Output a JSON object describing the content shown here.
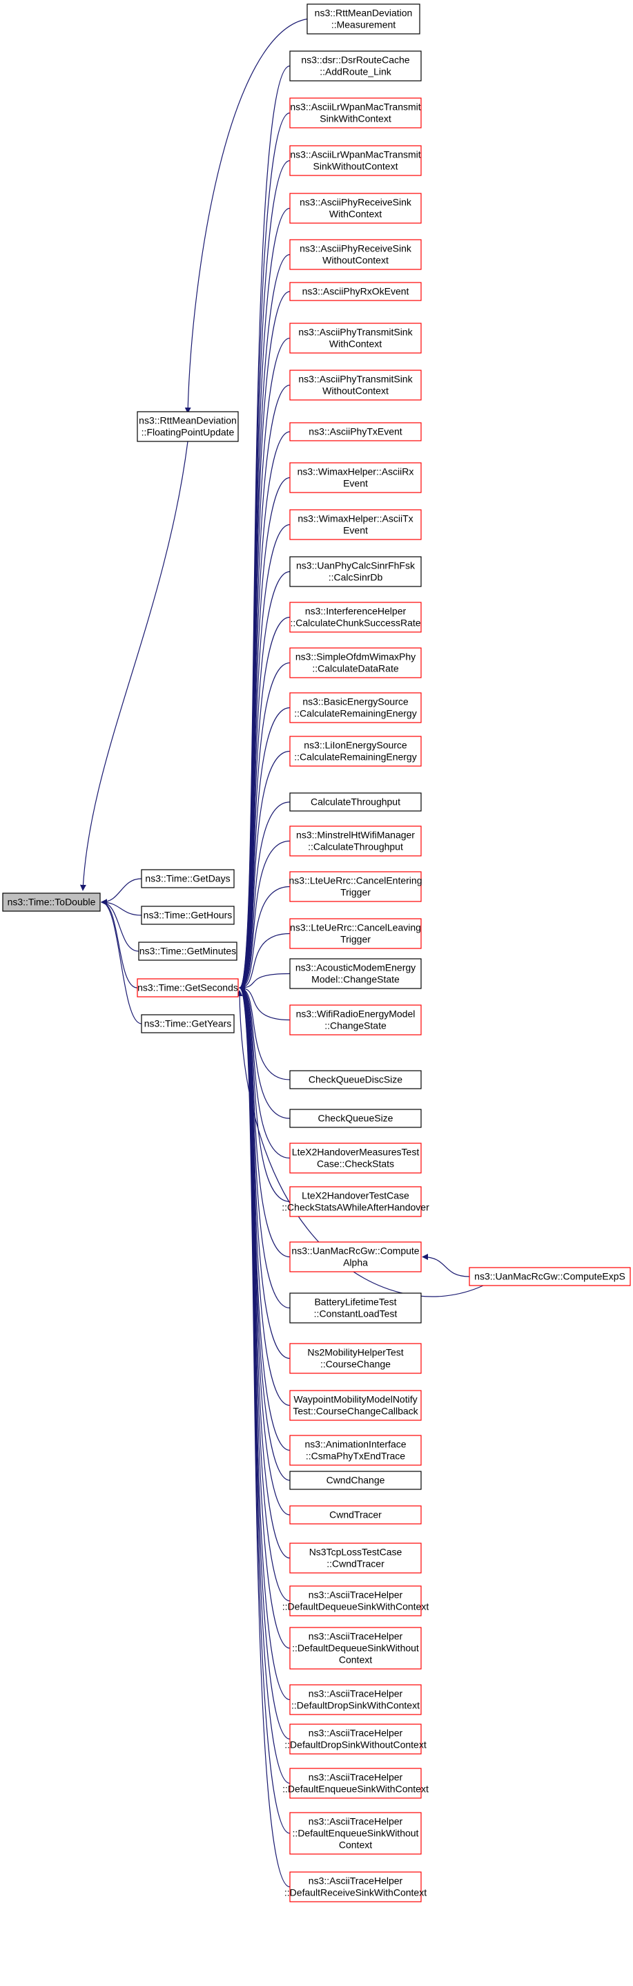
{
  "graph": {
    "root": {
      "lines": [
        "ns3::Time::ToDouble"
      ]
    },
    "level1": [
      {
        "key": "floating",
        "lines": [
          "ns3::RttMeanDeviation",
          "::FloatingPointUpdate"
        ],
        "border": "black"
      },
      {
        "key": "getdays",
        "lines": [
          "ns3::Time::GetDays"
        ],
        "border": "black"
      },
      {
        "key": "gethours",
        "lines": [
          "ns3::Time::GetHours"
        ],
        "border": "black"
      },
      {
        "key": "getminutes",
        "lines": [
          "ns3::Time::GetMinutes"
        ],
        "border": "black"
      },
      {
        "key": "getseconds",
        "lines": [
          "ns3::Time::GetSeconds"
        ],
        "border": "red"
      },
      {
        "key": "getyears",
        "lines": [
          "ns3::Time::GetYears"
        ],
        "border": "black"
      }
    ],
    "floating_callers": [
      {
        "lines": [
          "ns3::RttMeanDeviation",
          "::Measurement"
        ],
        "border": "black"
      }
    ],
    "getseconds_callers": [
      {
        "lines": [
          "ns3::dsr::DsrRouteCache",
          "::AddRoute_Link"
        ],
        "border": "black"
      },
      {
        "lines": [
          "ns3::AsciiLrWpanMacTransmit",
          "SinkWithContext"
        ],
        "border": "red"
      },
      {
        "lines": [
          "ns3::AsciiLrWpanMacTransmit",
          "SinkWithoutContext"
        ],
        "border": "red"
      },
      {
        "lines": [
          "ns3::AsciiPhyReceiveSink",
          "WithContext"
        ],
        "border": "red"
      },
      {
        "lines": [
          "ns3::AsciiPhyReceiveSink",
          "WithoutContext"
        ],
        "border": "red"
      },
      {
        "lines": [
          "ns3::AsciiPhyRxOkEvent"
        ],
        "border": "red"
      },
      {
        "lines": [
          "ns3::AsciiPhyTransmitSink",
          "WithContext"
        ],
        "border": "red"
      },
      {
        "lines": [
          "ns3::AsciiPhyTransmitSink",
          "WithoutContext"
        ],
        "border": "red"
      },
      {
        "lines": [
          "ns3::AsciiPhyTxEvent"
        ],
        "border": "red"
      },
      {
        "lines": [
          "ns3::WimaxHelper::AsciiRx",
          "Event"
        ],
        "border": "red"
      },
      {
        "lines": [
          "ns3::WimaxHelper::AsciiTx",
          "Event"
        ],
        "border": "red"
      },
      {
        "lines": [
          "ns3::UanPhyCalcSinrFhFsk",
          "::CalcSinrDb"
        ],
        "border": "black"
      },
      {
        "lines": [
          "ns3::InterferenceHelper",
          "::CalculateChunkSuccessRate"
        ],
        "border": "red"
      },
      {
        "lines": [
          "ns3::SimpleOfdmWimaxPhy",
          "::CalculateDataRate"
        ],
        "border": "red"
      },
      {
        "lines": [
          "ns3::BasicEnergySource",
          "::CalculateRemainingEnergy"
        ],
        "border": "red"
      },
      {
        "lines": [
          "ns3::LiIonEnergySource",
          "::CalculateRemainingEnergy"
        ],
        "border": "red"
      },
      {
        "lines": [
          "CalculateThroughput"
        ],
        "border": "black"
      },
      {
        "lines": [
          "ns3::MinstrelHtWifiManager",
          "::CalculateThroughput"
        ],
        "border": "red"
      },
      {
        "lines": [
          "ns3::LteUeRrc::CancelEntering",
          "Trigger"
        ],
        "border": "red"
      },
      {
        "lines": [
          "ns3::LteUeRrc::CancelLeaving",
          "Trigger"
        ],
        "border": "red"
      },
      {
        "lines": [
          "ns3::AcousticModemEnergy",
          "Model::ChangeState"
        ],
        "border": "black"
      },
      {
        "lines": [
          "ns3::WifiRadioEnergyModel",
          "::ChangeState"
        ],
        "border": "red"
      },
      {
        "lines": [
          "CheckQueueDiscSize"
        ],
        "border": "black"
      },
      {
        "lines": [
          "CheckQueueSize"
        ],
        "border": "black"
      },
      {
        "lines": [
          "LteX2HandoverMeasuresTest",
          "Case::CheckStats"
        ],
        "border": "red"
      },
      {
        "lines": [
          "LteX2HandoverTestCase",
          "::CheckStatsAWhileAfterHandover"
        ],
        "border": "red"
      },
      {
        "lines": [
          "ns3::UanMacRcGw::Compute",
          "Alpha"
        ],
        "border": "red"
      },
      {
        "lines": [
          "BatteryLifetimeTest",
          "::ConstantLoadTest"
        ],
        "border": "black"
      },
      {
        "lines": [
          "Ns2MobilityHelperTest",
          "::CourseChange"
        ],
        "border": "red"
      },
      {
        "lines": [
          "WaypointMobilityModelNotify",
          "Test::CourseChangeCallback"
        ],
        "border": "red"
      },
      {
        "lines": [
          "ns3::AnimationInterface",
          "::CsmaPhyTxEndTrace"
        ],
        "border": "red"
      },
      {
        "lines": [
          "CwndChange"
        ],
        "border": "black"
      },
      {
        "lines": [
          "CwndTracer"
        ],
        "border": "red"
      },
      {
        "lines": [
          "Ns3TcpLossTestCase",
          "::CwndTracer"
        ],
        "border": "red"
      },
      {
        "lines": [
          "ns3::AsciiTraceHelper",
          "::DefaultDequeueSinkWithContext"
        ],
        "border": "red"
      },
      {
        "lines": [
          "ns3::AsciiTraceHelper",
          "::DefaultDequeueSinkWithout",
          "Context"
        ],
        "border": "red"
      },
      {
        "lines": [
          "ns3::AsciiTraceHelper",
          "::DefaultDropSinkWithContext"
        ],
        "border": "red"
      },
      {
        "lines": [
          "ns3::AsciiTraceHelper",
          "::DefaultDropSinkWithoutContext"
        ],
        "border": "red"
      },
      {
        "lines": [
          "ns3::AsciiTraceHelper",
          "::DefaultEnqueueSinkWithContext"
        ],
        "border": "red"
      },
      {
        "lines": [
          "ns3::AsciiTraceHelper",
          "::DefaultEnqueueSinkWithout",
          "Context"
        ],
        "border": "red"
      },
      {
        "lines": [
          "ns3::AsciiTraceHelper",
          "::DefaultReceiveSinkWithContext"
        ],
        "border": "red"
      }
    ],
    "computeexps": {
      "lines": [
        "ns3::UanMacRcGw::ComputeExpS"
      ],
      "border": "red"
    },
    "colors": {
      "edge": "#191970",
      "border_black": "#000000",
      "border_red": "#ff0000",
      "root_fill": "#bfbfbf"
    }
  }
}
